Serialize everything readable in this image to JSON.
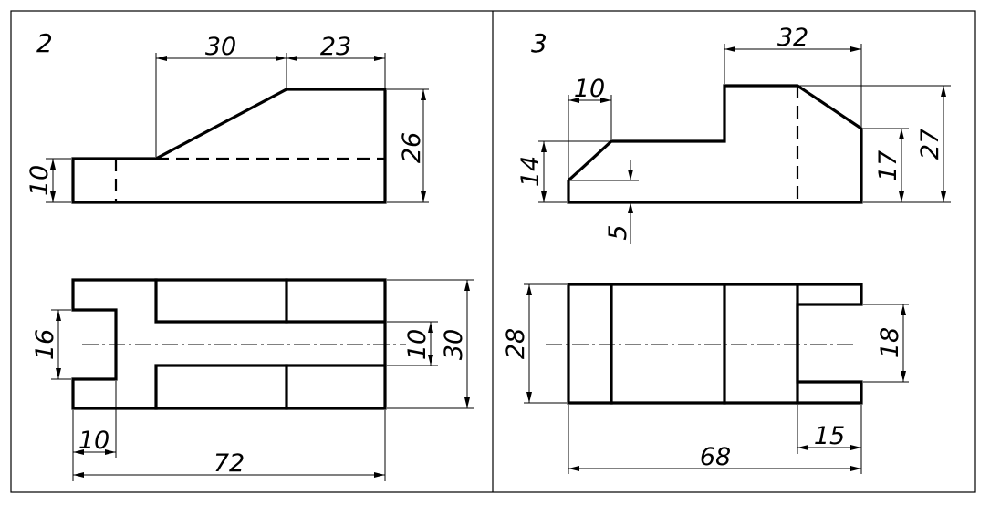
{
  "drawings": [
    {
      "number": "2",
      "dimensions": {
        "slope_width": "30",
        "top_width": "23",
        "base_height": "10",
        "total_height": "26",
        "slot_width": "16",
        "rib_gap": "10",
        "total_depth": "30",
        "slot_depth": "10",
        "total_length": "72"
      }
    },
    {
      "number": "3",
      "dimensions": {
        "top_width": "32",
        "step_width": "10",
        "left_height": "14",
        "chamfer_height": "5",
        "right_height": "17",
        "total_height": "27",
        "total_depth": "28",
        "slot_width": "18",
        "slot_depth": "15",
        "total_length": "68"
      }
    }
  ]
}
